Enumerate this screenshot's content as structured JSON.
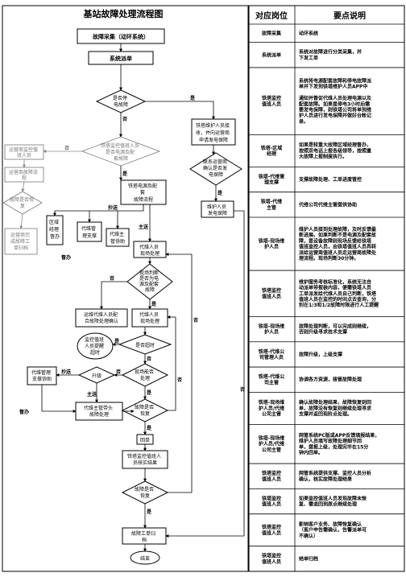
{
  "flow": {
    "title": "基站故障处理流程图",
    "n_collect": "故障采集（动环系统）",
    "n_dispatch": "系统派单",
    "d_power": [
      "是否停",
      "电故障"
    ],
    "n_notify": [
      "铁塔维护人员接",
      "收，并向运营商",
      "申请发电保障"
    ],
    "d_monitor": [
      "铁塔监控值班人员",
      "是否电源及配",
      "套故障"
    ],
    "n_contact": [
      "联系运营商",
      "确认是否发",
      "电保障"
    ],
    "n_power_fault": [
      "铁塔电源及配",
      "套",
      "故障流程"
    ],
    "n_gen": [
      "维护人员",
      "发电保障"
    ],
    "g_op_duty": [
      "运营商监控值",
      "班人员"
    ],
    "g_op_proc": [
      "运营商故障流",
      "程"
    ],
    "g_is_fault": [
      "故障是否恢",
      "复"
    ],
    "g_op_done": [
      "运营商完",
      "成故障工",
      "单归档"
    ],
    "n_region": [
      "区域",
      "经理",
      "督办"
    ],
    "n_agent_support": [
      "代维管",
      "理支撑"
    ],
    "n_agent_coord": [
      "代维主",
      "管协助"
    ],
    "n_agent_site": [
      "代维人员",
      "现场处理"
    ],
    "d_site_judge": [
      "现场判断",
      "是否为电",
      "源及配套",
      "故障"
    ],
    "n_confirm": [
      "运维代维人员配",
      "合故障处理确认"
    ],
    "n_tower_site": [
      "代维人员",
      "现场处理"
    ],
    "c_timeout": [
      "监控值班",
      "人员提醒",
      "超时"
    ],
    "d_overtime": "是否超时",
    "d_site_done": [
      "现场能否",
      "处理"
    ],
    "d_upgrade": "升级",
    "n_mgr_support": [
      "代维管理",
      "支撑协助"
    ],
    "n_mgr_lead": [
      "代维主管带头",
      "故障处理"
    ],
    "d_recover": [
      "故障是否",
      "恢复"
    ],
    "n_return": "回单",
    "n_tower_check": [
      "铁塔监控值班人",
      "员核实结果"
    ],
    "d_recover2": [
      "故障是否",
      "恢复"
    ],
    "n_archive": [
      "故障工单归",
      "档"
    ],
    "n_end": "结束",
    "labels": {
      "yes": "是",
      "no": "否",
      "escalate": "升级",
      "supervise": "督办",
      "lead": "主送",
      "cc": "抄送"
    }
  },
  "table": {
    "header_role": "对应岗位",
    "header_points": "要点说明",
    "rows": [
      {
        "role": [
          "故障采集"
        ],
        "point": [
          "动环系统"
        ]
      },
      {
        "role": [
          "系统派单"
        ],
        "point": [
          "系统对故障进行分类采集，并",
          "下发工单"
        ]
      },
      {
        "role": [
          "铁塔监控",
          "值班人员"
        ],
        "point": [
          "系统将电源配套故障和停电故障派",
          "单并下发到铁塔维护人员APP中",
          "",
          "通知并督促代维人员处理电源以及",
          "配套故障。如果是停电3小时后需",
          "要发电保障，则铁塔公司将单到维",
          "护人员进行发电保障并做好台帐记",
          "录。"
        ]
      },
      {
        "role": [
          "铁塔-区域",
          "经理"
        ],
        "point": [
          "如果是较重大故障区域经理督办，",
          "按照双电话上报各级领导，按照重",
          "大故障上报制度执行。"
        ]
      },
      {
        "role": [
          "铁塔-代维管",
          "理支撑"
        ],
        "point": [
          "支撑故障处理、工单进度管控"
        ]
      },
      {
        "role": [
          "铁塔-代维",
          "主管"
        ],
        "point": [
          "代维公司代维主管提供协助"
        ]
      },
      {
        "role": [
          "铁塔-现场维",
          "护人员"
        ],
        "point": [
          "维护人员接到处理故障，及时反馈最",
          "新进展。如果判断不是电源及配套故",
          "障，是设备故障则现场反馈给铁塔",
          "值班监控人员，由铁塔值班人员再转",
          "派给运营商值班人员走运营商故障处",
          "理流程。现场判断30分钟。"
        ]
      },
      {
        "role": [
          "铁塔监控",
          "值班人员"
        ],
        "point": [
          "维护服务考核标准化，系统无法自",
          "动派单带报装内容，便需铁塔人员",
          "工单派发给代维人员自己判断，铁塔",
          "值班人员在监控的时间点去查询，分",
          "别在1/3和1/2故障时限进行人工提醒"
        ]
      },
      {
        "role": [
          "铁塔-现场维",
          "护人员"
        ],
        "point": [
          "故障处理判断，可以完成则继续，",
          "否则升级寻求技术支撑"
        ]
      },
      {
        "role": [
          "铁塔-代维公",
          "司管理人员"
        ],
        "point": [
          "故障升级，上级支撑"
        ]
      },
      {
        "role": [
          "铁塔-代维公",
          "司主管"
        ],
        "point": [
          "协调各方资源，接管故障处理"
        ]
      },
      {
        "role": [
          "铁塔-现场维",
          "护人员/代维",
          "公司主管"
        ],
        "point": [
          "确认故障处理结果，故障恢复则回",
          "单，故障没有恢复则继续处理寻求",
          "支撑并返回现阶点处理。"
        ]
      },
      {
        "role": [
          "铁塔-现场维",
          "护人员/代维",
          "公司主管"
        ],
        "point": [
          "网管系统PC版或APP反馈填报结果，",
          "维护人员填写故障处理细节回",
          "单，提报上级，处理完毕在15分",
          "钟内回单。"
        ]
      },
      {
        "role": [
          "铁塔监控",
          "值班人员"
        ],
        "point": [
          "网管系统提供支撑、监控人员分析",
          "确认，核实故障处理结果"
        ]
      },
      {
        "role": [
          "铁塔监控",
          "值班人员"
        ],
        "point": [
          "如果监控值班人员发现故障未恢",
          "复、需退回到原点继续处理"
        ]
      },
      {
        "role": [
          "铁塔监控",
          "值班人员"
        ],
        "point": [
          "影响客户业务、故障恢复确认",
          "（客户申告需确认，告警派单可",
          "不确认）"
        ]
      },
      {
        "role": [
          "铁塔监控",
          "值班人员"
        ],
        "point": [
          "结单归档"
        ]
      }
    ]
  }
}
